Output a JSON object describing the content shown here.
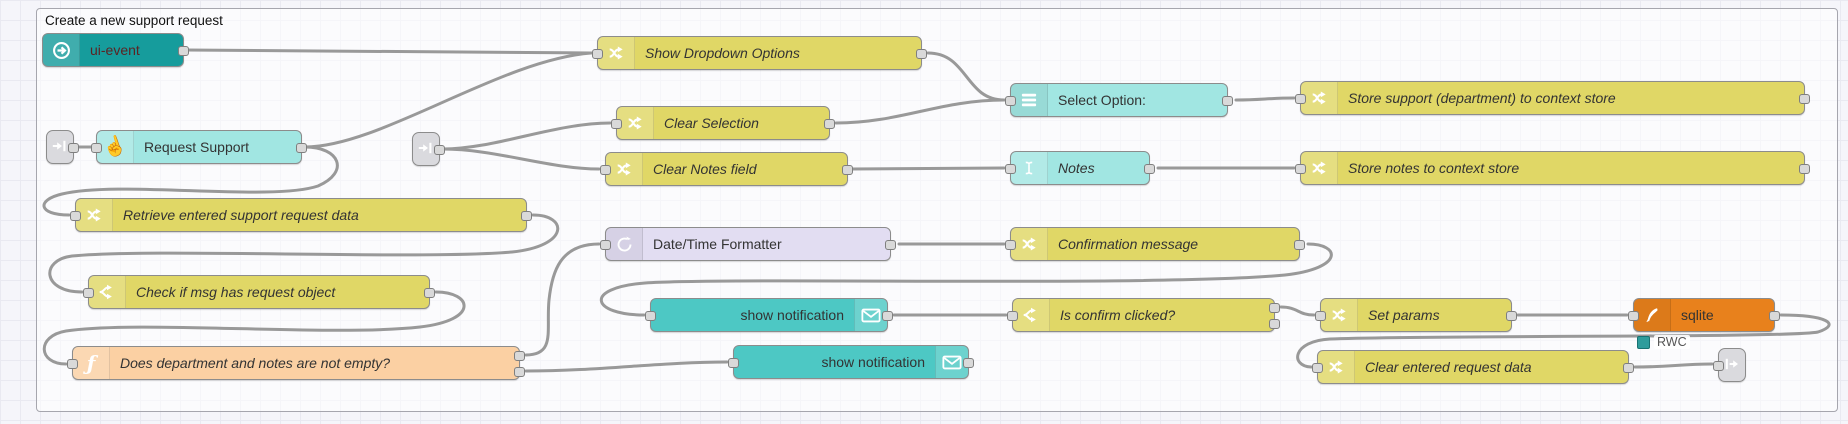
{
  "group": {
    "title": "Create a new support request"
  },
  "nodes": {
    "uiEvent": {
      "label": "ui-event",
      "icon": "arrow-circle-right-icon"
    },
    "showDropdown": {
      "label": "Show Dropdown Options",
      "icon": "shuffle-icon"
    },
    "requestSupport": {
      "label": "Request Support",
      "icon": "hand-pointer-icon"
    },
    "clearSelection": {
      "label": "Clear Selection",
      "icon": "shuffle-icon"
    },
    "clearNotes": {
      "label": "Clear Notes field",
      "icon": "shuffle-icon"
    },
    "selectOption": {
      "label": "Select Option:",
      "icon": "list-icon"
    },
    "notes": {
      "label": "Notes",
      "icon": "text-cursor-icon"
    },
    "storeSupport": {
      "label": "Store support (department) to context store",
      "icon": "shuffle-icon"
    },
    "storeNotes": {
      "label": "Store notes to context store",
      "icon": "shuffle-icon"
    },
    "retrieve": {
      "label": "Retrieve entered support request data",
      "icon": "shuffle-icon"
    },
    "dateTime": {
      "label": "Date/Time Formatter",
      "icon": "clockwise-arrow-icon"
    },
    "confirmation": {
      "label": "Confirmation message",
      "icon": "shuffle-icon"
    },
    "checkMsg": {
      "label": "Check if msg has request object",
      "icon": "switch-branch-icon"
    },
    "showNotification1": {
      "label": "show notification",
      "icon": "envelope-icon"
    },
    "isConfirm": {
      "label": "Is confirm clicked?",
      "icon": "switch-branch-icon"
    },
    "setParams": {
      "label": "Set params",
      "icon": "shuffle-icon"
    },
    "sqlite": {
      "label": "sqlite",
      "icon": "feather-icon",
      "status": "RWC"
    },
    "doesDept": {
      "label": "Does department and notes are not empty?",
      "icon": "function-icon"
    },
    "showNotification2": {
      "label": "show notification",
      "icon": "envelope-icon"
    },
    "clearEntered": {
      "label": "Clear entered request data",
      "icon": "shuffle-icon"
    },
    "linkIn1": {
      "label": "",
      "icon": "link-in-icon"
    },
    "linkIn2": {
      "label": "",
      "icon": "link-in-icon"
    },
    "linkOut": {
      "label": "",
      "icon": "link-out-icon"
    }
  },
  "colors": {
    "change_node": "#e0d766",
    "dashboard_widget_node": "#a1e6e2",
    "notification_node": "#4dc8c4",
    "ui_event_node": "#169c9c",
    "ui_event_label": "#5b2424",
    "datetime_node": "#e2ddf2",
    "function_node": "#fbd0a3",
    "sqlite_node": "#e8811c",
    "link_node": "#dadade",
    "wire": "#999999",
    "status_dot": "#2e9c9c",
    "canvas": "#f5f5fa"
  }
}
